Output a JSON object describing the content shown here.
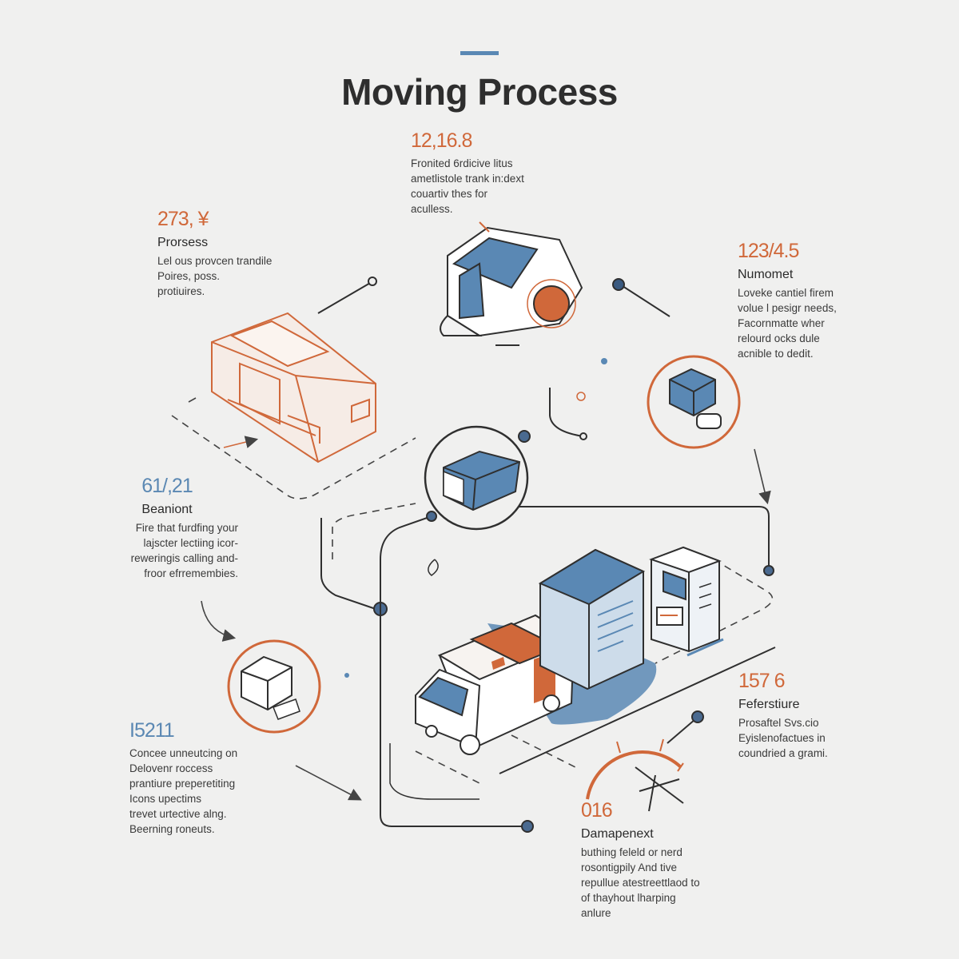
{
  "title": "Moving Process",
  "colors": {
    "orange": "#d0683a",
    "blue": "#5a88b4",
    "ink": "#2f2f2f",
    "background": "#f0f0ef"
  },
  "callouts": [
    {
      "id": "top",
      "number": "12,16.8",
      "heading": "",
      "lines": [
        "Fronited 6rdicive litus",
        "ametlistole trank in:dext",
        "couartiv thes for",
        "aculless."
      ]
    },
    {
      "id": "left-top",
      "number": "273, ¥",
      "heading": "Prorsess",
      "lines": [
        "Lel ous provcen trandile",
        "Poires, poss.",
        "protiuires."
      ]
    },
    {
      "id": "right-top",
      "number": "123/4.5",
      "heading": "Numomet",
      "lines": [
        "Loveke cantiel firem",
        "volue l pesigr needs,",
        "Facornmatte wher",
        "relourd ocks dule",
        "acnible to dedit."
      ]
    },
    {
      "id": "left-mid",
      "number": "61/,21",
      "heading": "Beaniont",
      "lines": [
        "Fire that furdfing your",
        "lajscter lectiing icor-",
        "reweringis calling and-",
        "froor efrremembies."
      ]
    },
    {
      "id": "right-mid",
      "number": "157  6",
      "heading": "Feferstiure",
      "lines": [
        "Prosaftel Svs.cio",
        "Eyislenofactues in",
        "coundried a grami."
      ]
    },
    {
      "id": "left-bottom",
      "number": "I5211",
      "heading": "",
      "lines": [
        "Concee unneutcing on",
        "Delovenr roccess",
        "prantiure preperetiting",
        "Icons upectims",
        "trevet urtective alng.",
        "Beerning roneuts."
      ]
    },
    {
      "id": "bottom",
      "number": "016",
      "heading": "Damapenext",
      "lines": [
        "buthing feleld or nerd",
        "rosontigpily And tive",
        "repullue atestreettlaod to",
        "of thayhout lharping",
        "anlure"
      ]
    }
  ],
  "icons": [
    "printer-icon",
    "camper-van-icon",
    "box-on-dolly-icon",
    "box-icon",
    "moving-truck-icon",
    "storage-building-icon",
    "kiosk-icon",
    "gauge-icon"
  ]
}
